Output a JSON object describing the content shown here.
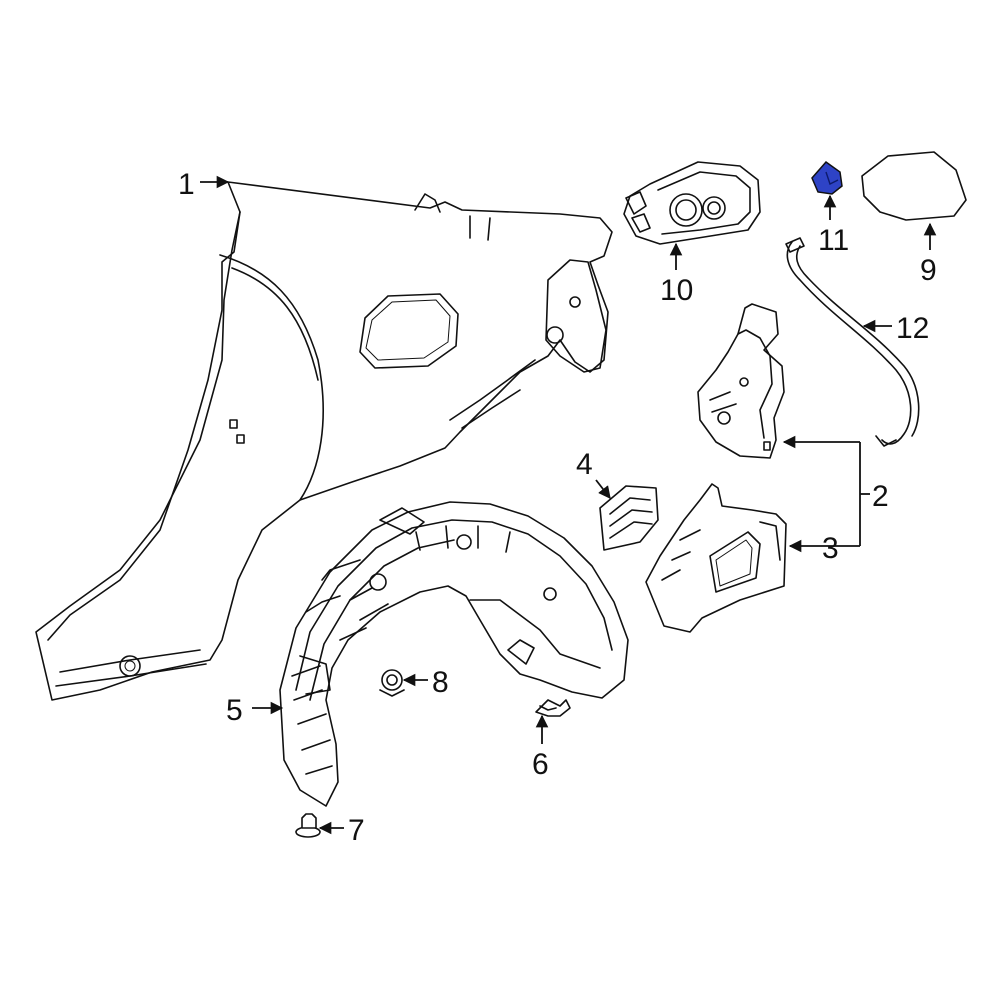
{
  "diagram": {
    "callouts": [
      {
        "id": "c1",
        "label": "1"
      },
      {
        "id": "c2",
        "label": "2"
      },
      {
        "id": "c3",
        "label": "3"
      },
      {
        "id": "c4",
        "label": "4"
      },
      {
        "id": "c5",
        "label": "5"
      },
      {
        "id": "c6",
        "label": "6"
      },
      {
        "id": "c7",
        "label": "7"
      },
      {
        "id": "c8",
        "label": "8"
      },
      {
        "id": "c9",
        "label": "9"
      },
      {
        "id": "c10",
        "label": "10"
      },
      {
        "id": "c11",
        "label": "11"
      },
      {
        "id": "c12",
        "label": "12"
      }
    ],
    "highlight_color": "#2e43c6"
  }
}
